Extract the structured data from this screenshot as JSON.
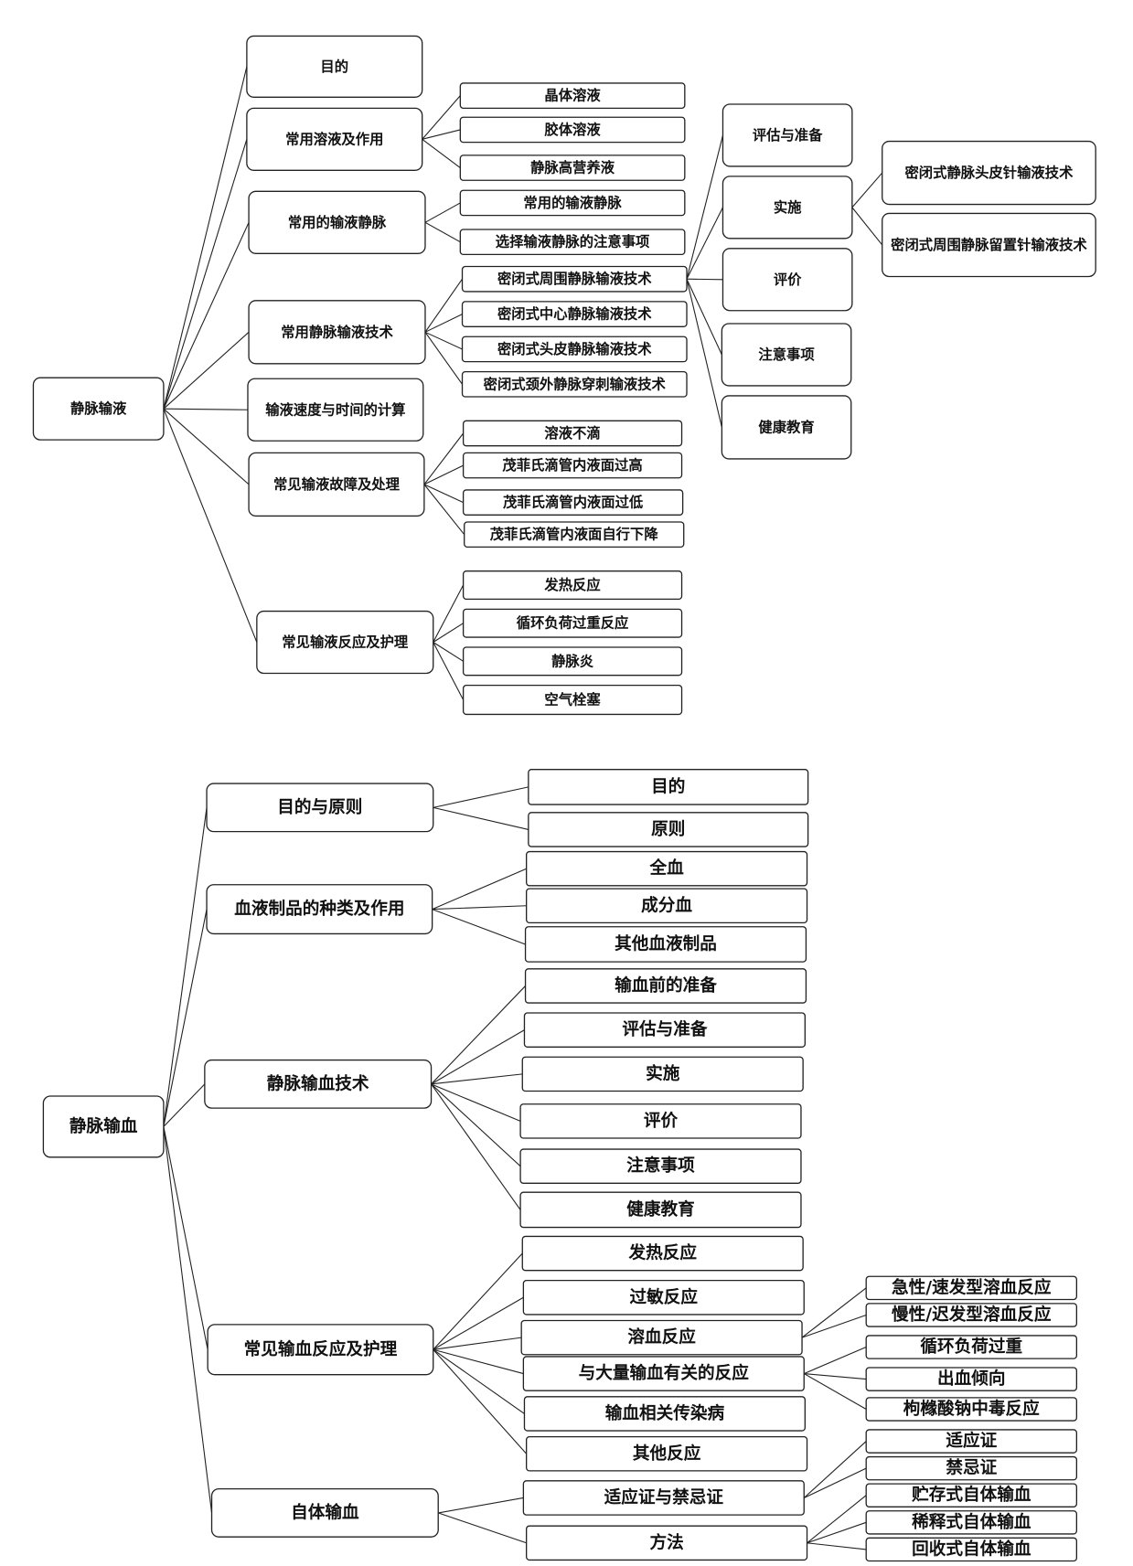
{
  "tree1": {
    "label": "静脉输液",
    "children": [
      {
        "label": "目的"
      },
      {
        "label": "常用溶液及作用",
        "children": [
          {
            "label": "晶体溶液"
          },
          {
            "label": "胶体溶液"
          },
          {
            "label": "静脉高营养液"
          }
        ]
      },
      {
        "label": "常用的输液静脉",
        "children": [
          {
            "label": "常用的输液静脉"
          },
          {
            "label": "选择输液静脉的注意事项"
          }
        ]
      },
      {
        "label": "常用静脉输液技术",
        "children": [
          {
            "label": "密闭式周围静脉输液技术",
            "children": [
              {
                "label": "评估与准备"
              },
              {
                "label": "实施",
                "children": [
                  {
                    "label": "密闭式静脉头皮针输液技术"
                  },
                  {
                    "label": "密闭式周围静脉留置针输液技术"
                  }
                ]
              },
              {
                "label": "评价"
              },
              {
                "label": "注意事项"
              },
              {
                "label": "健康教育"
              }
            ]
          },
          {
            "label": "密闭式中心静脉输液技术"
          },
          {
            "label": "密闭式头皮静脉输液技术"
          },
          {
            "label": "密闭式颈外静脉穿刺输液技术"
          }
        ]
      },
      {
        "label": "输液速度与时间的计算"
      },
      {
        "label": "常见输液故障及处理",
        "children": [
          {
            "label": "溶液不滴"
          },
          {
            "label": "茂菲氏滴管内液面过高"
          },
          {
            "label": "茂菲氏滴管内液面过低"
          },
          {
            "label": "茂菲氏滴管内液面自行下降"
          }
        ]
      },
      {
        "label": "常见输液反应及护理",
        "children": [
          {
            "label": "发热反应"
          },
          {
            "label": "循环负荷过重反应"
          },
          {
            "label": "静脉炎"
          },
          {
            "label": "空气栓塞"
          }
        ]
      }
    ]
  },
  "tree2": {
    "label": "静脉输血",
    "children": [
      {
        "label": "目的与原则",
        "children": [
          {
            "label": "目的"
          },
          {
            "label": "原则"
          }
        ]
      },
      {
        "label": "血液制品的种类及作用",
        "children": [
          {
            "label": "全血"
          },
          {
            "label": "成分血"
          },
          {
            "label": "其他血液制品"
          }
        ]
      },
      {
        "label": "静脉输血技术",
        "children": [
          {
            "label": "输血前的准备"
          },
          {
            "label": "评估与准备"
          },
          {
            "label": "实施"
          },
          {
            "label": "评价"
          },
          {
            "label": "注意事项"
          },
          {
            "label": "健康教育"
          }
        ]
      },
      {
        "label": "常见输血反应及护理",
        "children": [
          {
            "label": "发热反应"
          },
          {
            "label": "过敏反应"
          },
          {
            "label": "溶血反应",
            "children": [
              {
                "label": "急性/速发型溶血反应"
              },
              {
                "label": "慢性/迟发型溶血反应"
              }
            ]
          },
          {
            "label": "与大量输血有关的反应",
            "children": [
              {
                "label": "循环负荷过重"
              },
              {
                "label": "出血倾向"
              },
              {
                "label": "枸橼酸钠中毒反应"
              }
            ]
          },
          {
            "label": "输血相关传染病"
          },
          {
            "label": "其他反应"
          }
        ]
      },
      {
        "label": "自体输血",
        "children": [
          {
            "label": "适应证与禁忌证",
            "children": [
              {
                "label": "适应证"
              },
              {
                "label": "禁忌证"
              }
            ]
          },
          {
            "label": "方法",
            "children": [
              {
                "label": "贮存式自体输血"
              },
              {
                "label": "稀释式自体输血"
              },
              {
                "label": "回收式自体输血"
              }
            ]
          }
        ]
      }
    ]
  }
}
